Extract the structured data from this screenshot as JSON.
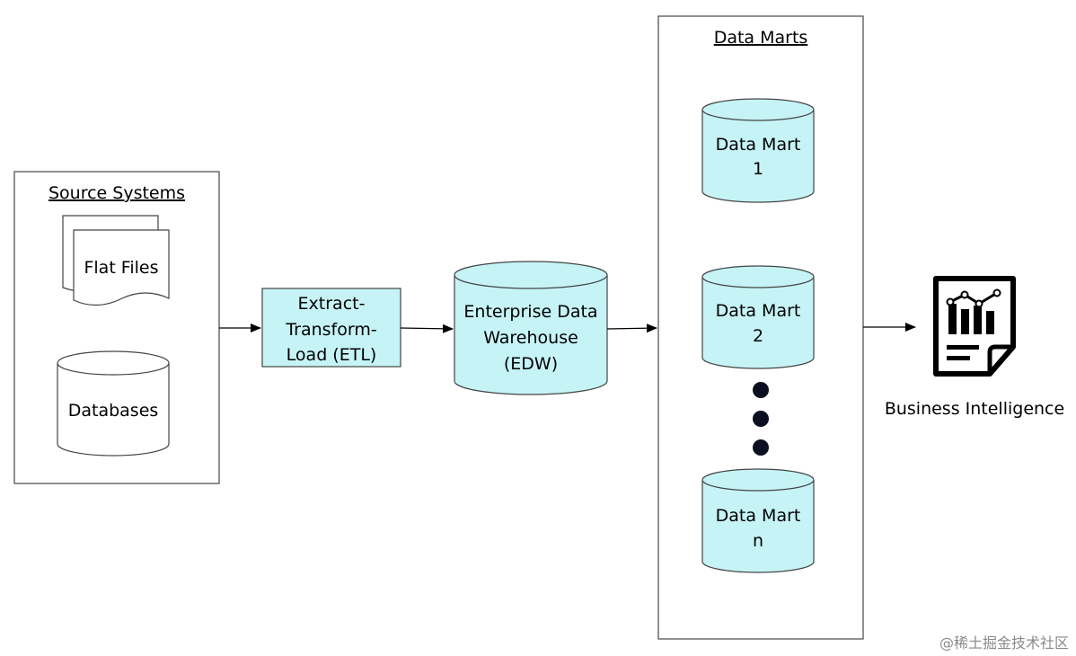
{
  "source_systems": {
    "title": "Source Systems",
    "flat_files_label": "Flat Files",
    "databases_label": "Databases"
  },
  "etl": {
    "line1": "Extract-",
    "line2": "Transform-",
    "line3": "Load (ETL)"
  },
  "edw": {
    "line1": "Enterprise Data",
    "line2": "Warehouse",
    "line3": "(EDW)"
  },
  "data_marts": {
    "title": "Data Marts",
    "marts": [
      {
        "line1": "Data Mart",
        "line2": "1"
      },
      {
        "line1": "Data Mart",
        "line2": "2"
      },
      {
        "line1": "Data Mart",
        "line2": "n"
      }
    ]
  },
  "bi": {
    "label": "Business Intelligence",
    "icon": "report-chart-icon"
  },
  "watermark": "@稀土掘金技术社区",
  "colors": {
    "fill_cyan": "#c6f3f6",
    "stroke": "#333333",
    "white": "#ffffff"
  }
}
